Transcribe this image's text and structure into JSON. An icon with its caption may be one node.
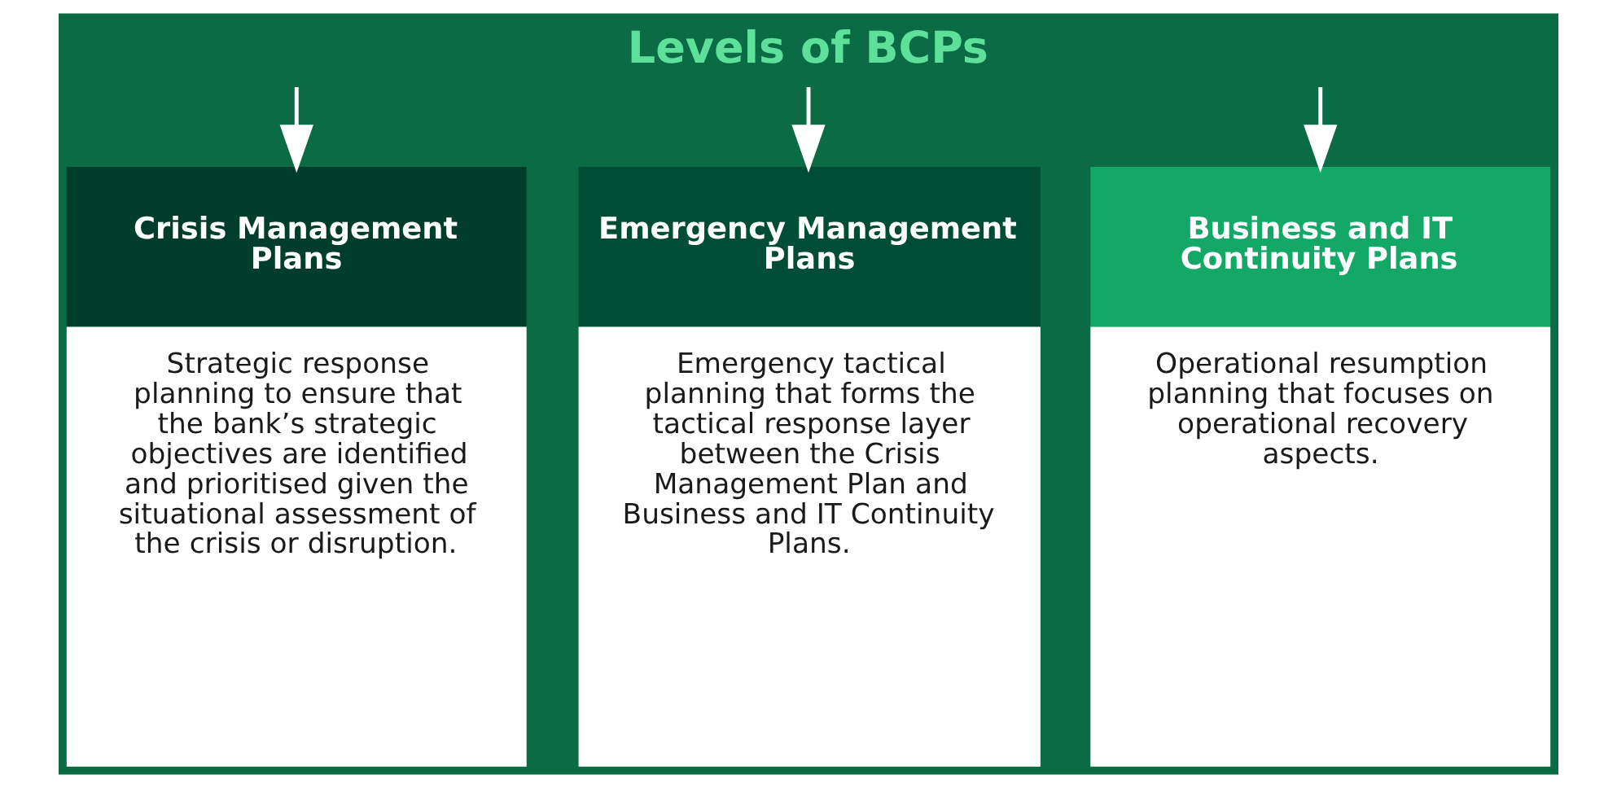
{
  "diagram": {
    "title": "Levels of BCPs",
    "nodes": [
      {
        "text": [
          "Crisis Management Plans",
          "Strategic response planning to ensure that the bank’s strategic objectives are identified and prioritised given the situational assessment of the crisis or disruption."
        ]
      },
      {
        "text": [
          "Emergency Management Plans",
          "Emergency tactical planning that forms the tactical response layer between the Crisis Management Plan and Business and IT Continuity Plans."
        ]
      },
      {
        "text": [
          "Business and IT Continuity Plans",
          "Operational resumption planning that focuses on operational recovery aspects."
        ]
      }
    ],
    "edges": [
      {
        "from": null,
        "to": 0,
        "arrow": "to"
      },
      {
        "from": null,
        "to": 1,
        "arrow": "to"
      },
      {
        "from": null,
        "to": 2,
        "arrow": "to"
      }
    ]
  }
}
